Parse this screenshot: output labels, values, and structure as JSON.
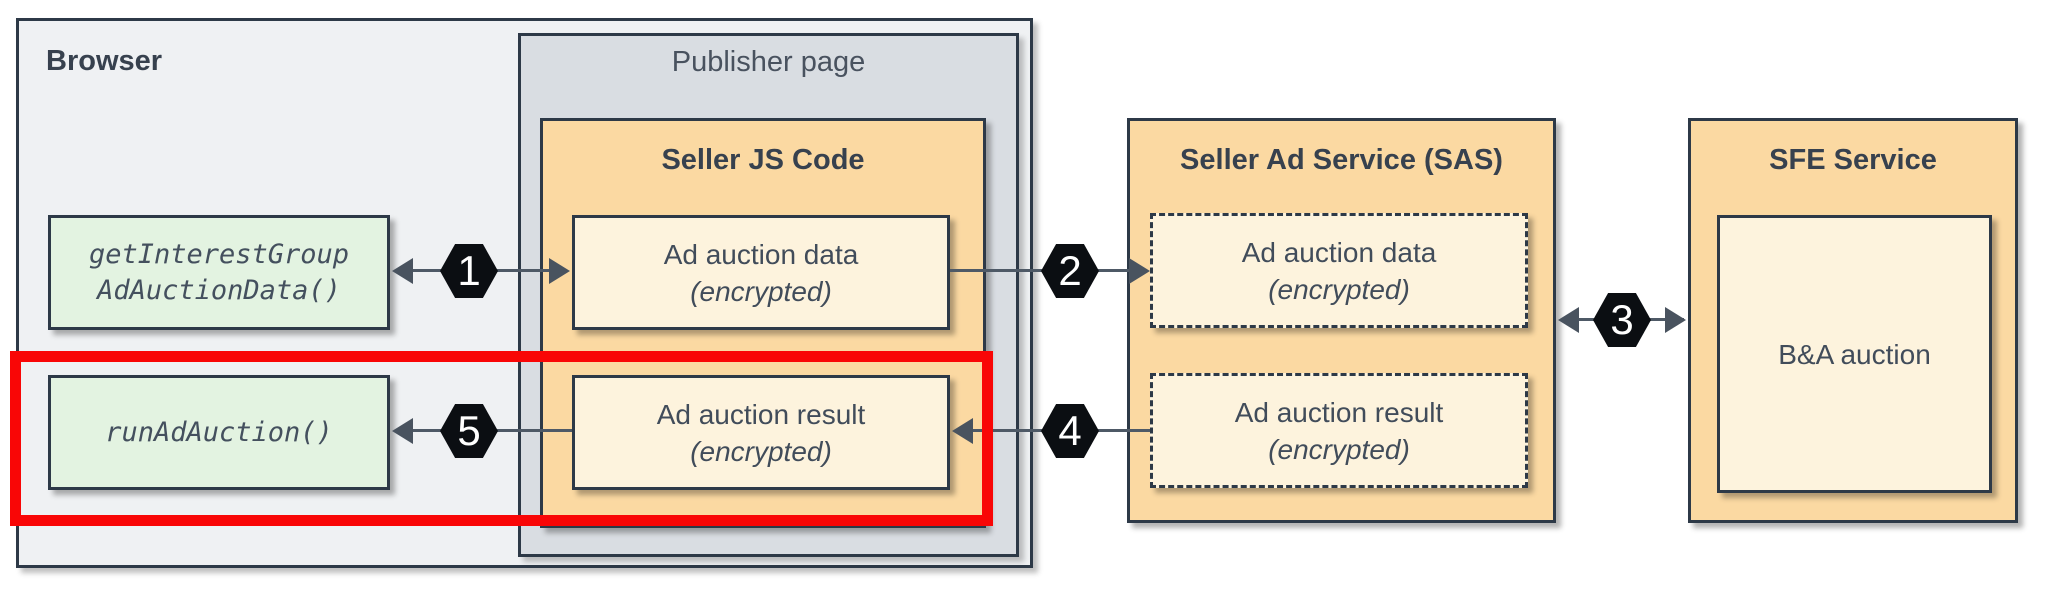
{
  "diagram": {
    "browser": {
      "label": "Browser"
    },
    "publisher": {
      "label": "Publisher page"
    },
    "browser_apis": [
      {
        "line1": "getInterestGroup",
        "line2": "AdAuctionData()"
      },
      {
        "line1": "runAdAuction()"
      }
    ],
    "seller_js": {
      "label": "Seller JS Code",
      "boxes": [
        {
          "line1": "Ad auction data",
          "line2": "(encrypted)"
        },
        {
          "line1": "Ad auction result",
          "line2": "(encrypted)"
        }
      ]
    },
    "sas": {
      "label": "Seller Ad Service (SAS)",
      "boxes": [
        {
          "line1": "Ad auction data",
          "line2": "(encrypted)"
        },
        {
          "line1": "Ad auction result",
          "line2": "(encrypted)"
        }
      ]
    },
    "sfe": {
      "label": "SFE Service",
      "inner_label": "B&A auction"
    },
    "connectors": [
      {
        "step": "1",
        "direction": "both"
      },
      {
        "step": "2",
        "direction": "right"
      },
      {
        "step": "3",
        "direction": "both"
      },
      {
        "step": "4",
        "direction": "left"
      },
      {
        "step": "5",
        "direction": "left"
      }
    ],
    "colors": {
      "highlight_red": "#f90606",
      "container_orange": "#fbd9a2",
      "panel_cream": "#fdf3dd",
      "api_green": "#e3f3e1",
      "browser_gray": "#eff1f3",
      "publisher_gray": "#d9dde2",
      "border_dark": "#2d3947",
      "badge_black": "#0b0e12"
    }
  }
}
